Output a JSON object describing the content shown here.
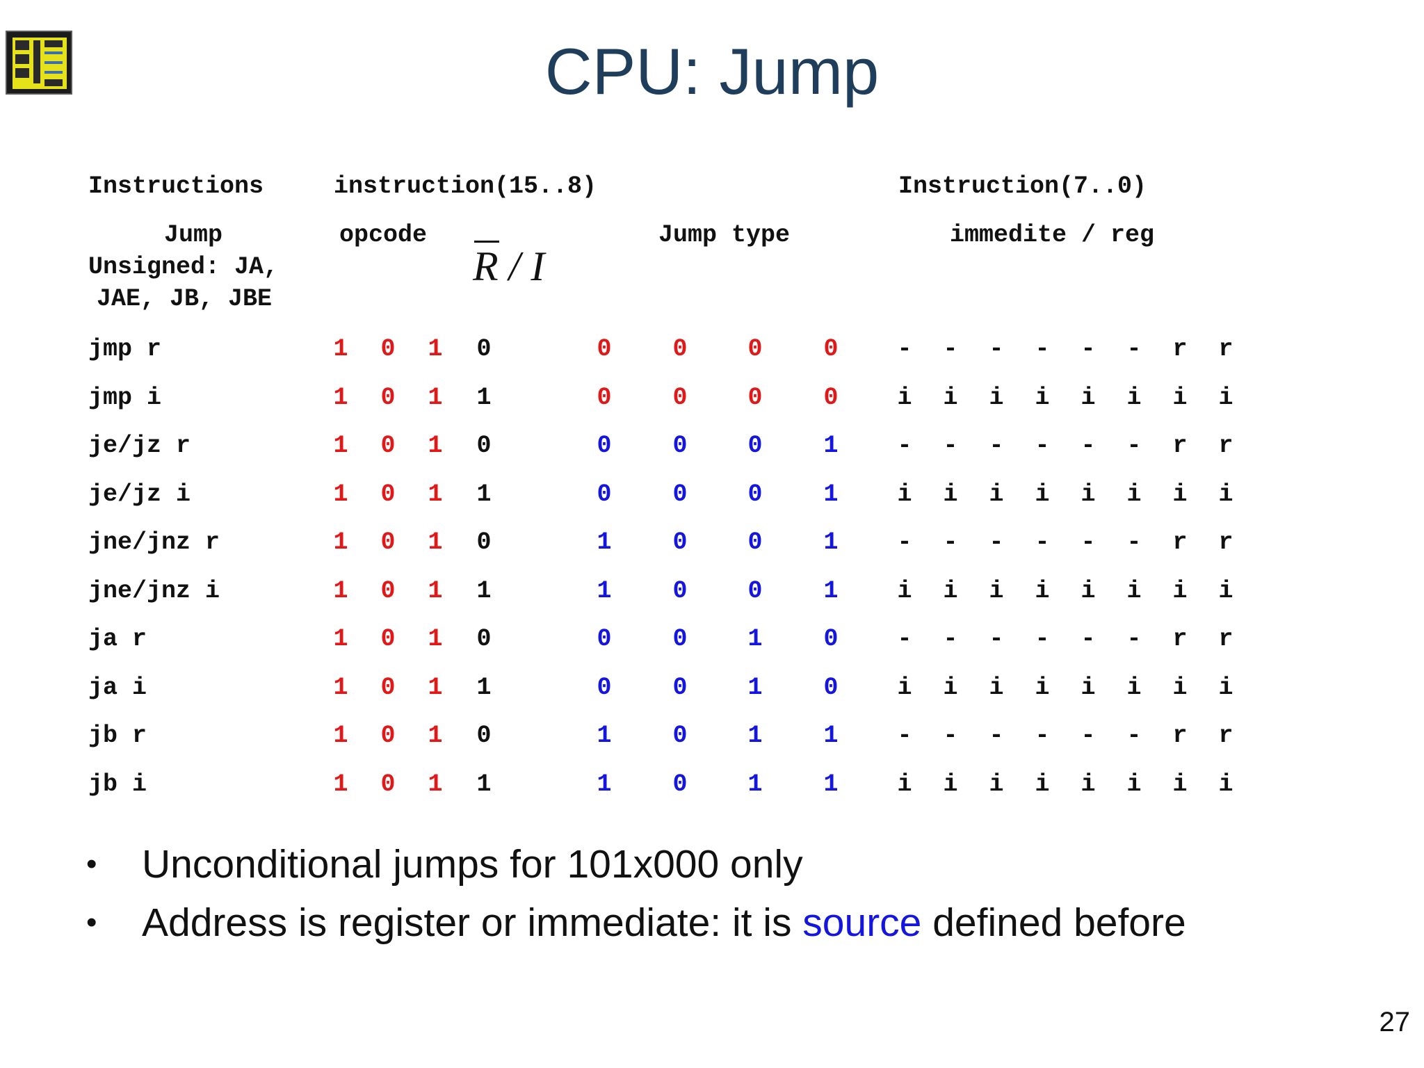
{
  "title": "CPU: Jump",
  "page_number": "27",
  "logo": {
    "icon": "chip-logo-icon"
  },
  "headers": {
    "instructions": "Instructions",
    "instr_hi": "instruction(15..8)",
    "instr_lo": "Instruction(7..0)",
    "jump_line1": "Jump",
    "jump_line2": "Unsigned: JA,",
    "jump_line3": "JAE, JB, JBE",
    "opcode": "opcode",
    "ri": "R / I",
    "jump_type": "Jump type",
    "imm_reg": "immedite / reg"
  },
  "colors": {
    "red": "#e01818",
    "blue": "#1515e0",
    "black": "#111111"
  },
  "rows": [
    {
      "name": "jmp r",
      "opcode": [
        "1",
        "0",
        "1"
      ],
      "ri": "0",
      "jtype": [
        "0",
        "0",
        "0",
        "0"
      ],
      "jtype_color": "red",
      "low": [
        "-",
        "-",
        "-",
        "-",
        "-",
        "-",
        "r",
        "r"
      ]
    },
    {
      "name": "jmp i",
      "opcode": [
        "1",
        "0",
        "1"
      ],
      "ri": "1",
      "jtype": [
        "0",
        "0",
        "0",
        "0"
      ],
      "jtype_color": "red",
      "low": [
        "i",
        "i",
        "i",
        "i",
        "i",
        "i",
        "i",
        "i"
      ]
    },
    {
      "name": "je/jz r",
      "opcode": [
        "1",
        "0",
        "1"
      ],
      "ri": "0",
      "jtype": [
        "0",
        "0",
        "0",
        "1"
      ],
      "jtype_color": "blue",
      "low": [
        "-",
        "-",
        "-",
        "-",
        "-",
        "-",
        "r",
        "r"
      ]
    },
    {
      "name": "je/jz i",
      "opcode": [
        "1",
        "0",
        "1"
      ],
      "ri": "1",
      "jtype": [
        "0",
        "0",
        "0",
        "1"
      ],
      "jtype_color": "blue",
      "low": [
        "i",
        "i",
        "i",
        "i",
        "i",
        "i",
        "i",
        "i"
      ]
    },
    {
      "name": "jne/jnz r",
      "opcode": [
        "1",
        "0",
        "1"
      ],
      "ri": "0",
      "jtype": [
        "1",
        "0",
        "0",
        "1"
      ],
      "jtype_color": "blue",
      "low": [
        "-",
        "-",
        "-",
        "-",
        "-",
        "-",
        "r",
        "r"
      ]
    },
    {
      "name": "jne/jnz i",
      "opcode": [
        "1",
        "0",
        "1"
      ],
      "ri": "1",
      "jtype": [
        "1",
        "0",
        "0",
        "1"
      ],
      "jtype_color": "blue",
      "low": [
        "i",
        "i",
        "i",
        "i",
        "i",
        "i",
        "i",
        "i"
      ]
    },
    {
      "name": "ja r",
      "opcode": [
        "1",
        "0",
        "1"
      ],
      "ri": "0",
      "jtype": [
        "0",
        "0",
        "1",
        "0"
      ],
      "jtype_color": "blue",
      "low": [
        "-",
        "-",
        "-",
        "-",
        "-",
        "-",
        "r",
        "r"
      ]
    },
    {
      "name": "ja i",
      "opcode": [
        "1",
        "0",
        "1"
      ],
      "ri": "1",
      "jtype": [
        "0",
        "0",
        "1",
        "0"
      ],
      "jtype_color": "blue",
      "low": [
        "i",
        "i",
        "i",
        "i",
        "i",
        "i",
        "i",
        "i"
      ]
    },
    {
      "name": "jb r",
      "opcode": [
        "1",
        "0",
        "1"
      ],
      "ri": "0",
      "jtype": [
        "1",
        "0",
        "1",
        "1"
      ],
      "jtype_color": "blue",
      "low": [
        "-",
        "-",
        "-",
        "-",
        "-",
        "-",
        "r",
        "r"
      ]
    },
    {
      "name": "jb i",
      "opcode": [
        "1",
        "0",
        "1"
      ],
      "ri": "1",
      "jtype": [
        "1",
        "0",
        "1",
        "1"
      ],
      "jtype_color": "blue",
      "low": [
        "i",
        "i",
        "i",
        "i",
        "i",
        "i",
        "i",
        "i"
      ]
    }
  ],
  "bullets": [
    {
      "text": "Unconditional jumps for 101x000 only"
    },
    {
      "before": "Address is register or immediate: it is ",
      "highlight": "source",
      "after": " defined before"
    }
  ]
}
